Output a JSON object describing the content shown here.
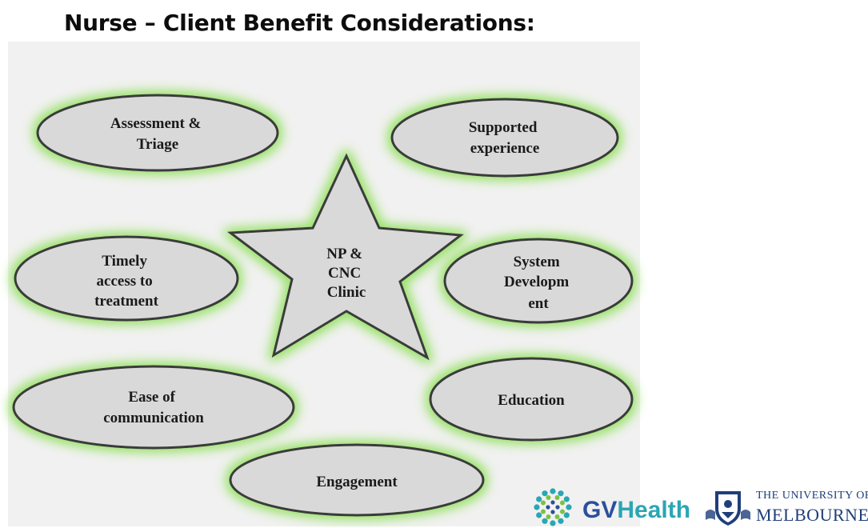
{
  "title": "Nurse – Client Benefit Considerations:",
  "center": {
    "lines": [
      "NP &",
      "CNC",
      "Clinic"
    ]
  },
  "nodes": [
    {
      "id": "assessment-triage",
      "lines": [
        "Assessment &",
        "Triage"
      ]
    },
    {
      "id": "supported-experience",
      "lines": [
        "Supported",
        "experience"
      ]
    },
    {
      "id": "timely-access",
      "lines": [
        "Timely",
        "access to",
        "treatment"
      ]
    },
    {
      "id": "system-development",
      "lines": [
        "System",
        "Developm",
        "ent"
      ]
    },
    {
      "id": "ease-of-communication",
      "lines": [
        "Ease of",
        "communication"
      ]
    },
    {
      "id": "education",
      "lines": [
        "Education"
      ]
    },
    {
      "id": "engagement",
      "lines": [
        "Engagement"
      ]
    }
  ],
  "logos": {
    "gv_health": {
      "part1": "GV",
      "part2": "Health"
    },
    "university": {
      "line1": "THE UNIVERSITY OF",
      "line2": "MELBOURNE"
    }
  },
  "colors": {
    "shape_fill": "#d9d9d9",
    "shape_stroke": "#3a3a3a",
    "glow": "#8fe05a",
    "background": "#f1f1f1",
    "gv_blue": "#2b4f9c",
    "gv_teal": "#2aa6b4",
    "uni_blue": "#1f3f7a"
  }
}
